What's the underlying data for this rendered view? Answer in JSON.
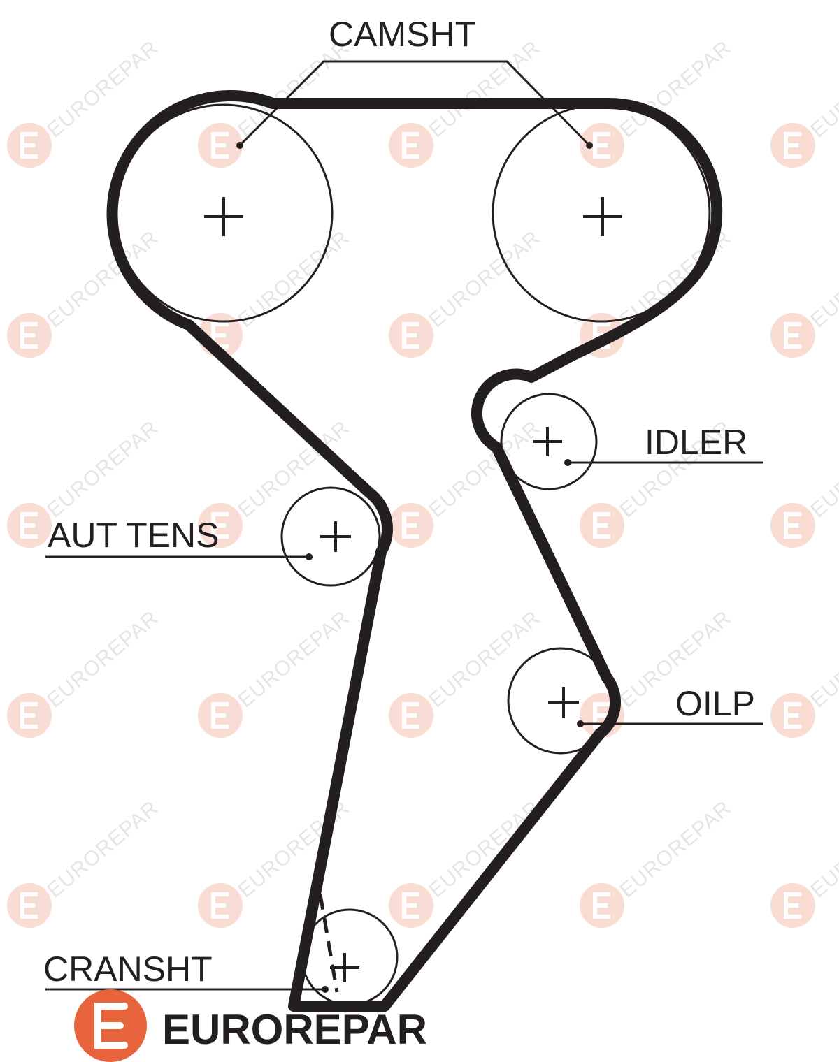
{
  "watermark": {
    "text": "EUROREPAR",
    "logo_color": "#e8643c"
  },
  "labels": {
    "camshaft": "CAMSHT",
    "idler": "IDLER",
    "auto_tensioner": "AUT TENS",
    "oil_pump": "OILP",
    "crankshaft": "CRANSHT"
  },
  "brand": {
    "name": "EUROREPAR",
    "logo_color": "#e8643c",
    "text_color": "#231f20"
  },
  "colors": {
    "belt": "#231f20",
    "lines": "#231f20"
  }
}
